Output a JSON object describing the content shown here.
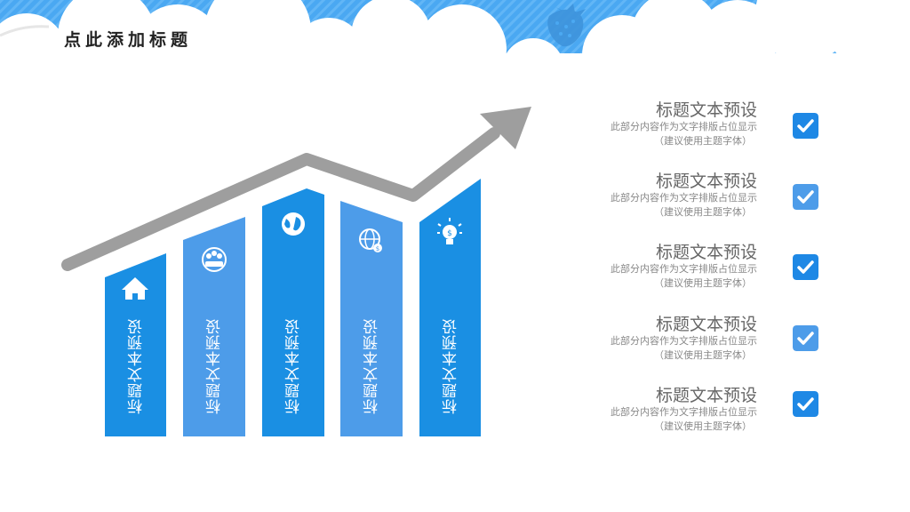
{
  "title": "点此添加标题",
  "colors": {
    "sky": "#4aa8f2",
    "bar_dark": "#1a8fe3",
    "bar_light": "#4d9ce9",
    "arrow": "#9e9e9e",
    "check": "#1e88e5"
  },
  "bars": [
    {
      "label": "标题文本预设",
      "icon": "house-icon"
    },
    {
      "label": "标题文本预设",
      "icon": "people-group-icon"
    },
    {
      "label": "标题文本预设",
      "icon": "globe-icon"
    },
    {
      "label": "标题文本预设",
      "icon": "globe-dollar-icon"
    },
    {
      "label": "标题文本预设",
      "icon": "lightbulb-dollar-icon"
    }
  ],
  "items": [
    {
      "title": "标题文本预设",
      "line1": "此部分内容作为文字排版占位显示",
      "line2": "（建议使用主题字体）"
    },
    {
      "title": "标题文本预设",
      "line1": "此部分内容作为文字排版占位显示",
      "line2": "（建议使用主题字体）"
    },
    {
      "title": "标题文本预设",
      "line1": "此部分内容作为文字排版占位显示",
      "line2": "（建议使用主题字体）"
    },
    {
      "title": "标题文本预设",
      "line1": "此部分内容作为文字排版占位显示",
      "line2": "（建议使用主题字体）"
    },
    {
      "title": "标题文本预设",
      "line1": "此部分内容作为文字排版占位显示",
      "line2": "（建议使用主题字体）"
    }
  ]
}
